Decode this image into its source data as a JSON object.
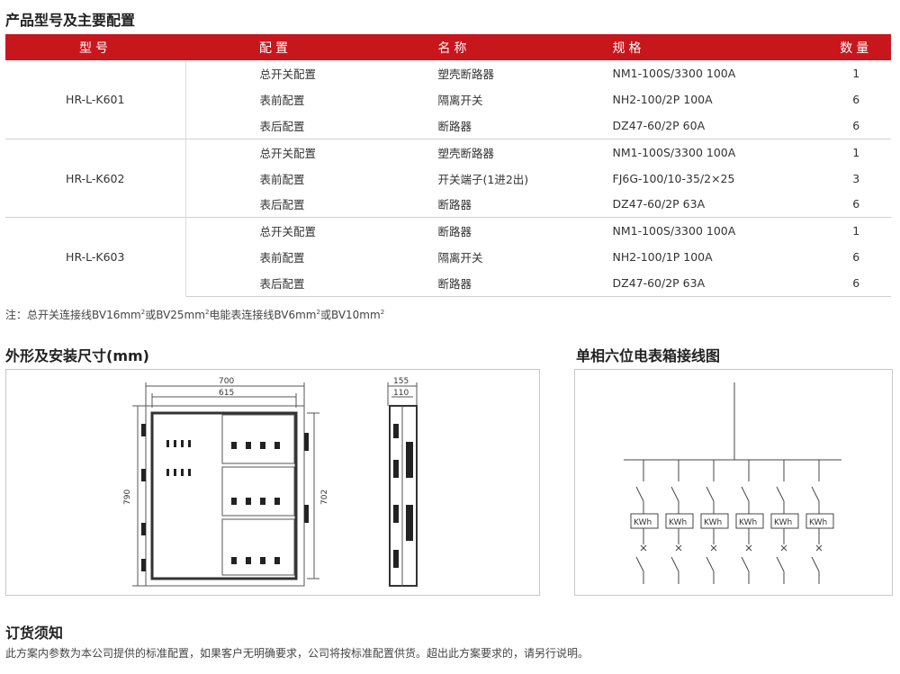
{
  "section1_title": "产品型号及主要配置",
  "table": {
    "headers": [
      "型号",
      "配置",
      "名称",
      "规格",
      "数量"
    ],
    "groups": [
      {
        "model": "HR-L-K601",
        "rows": [
          {
            "cfg": "总开关配置",
            "name": "塑壳断路器",
            "spec": "NM1-100S/3300 100A",
            "qty": "1"
          },
          {
            "cfg": "表前配置",
            "name": "隔离开关",
            "spec": "NH2-100/2P 100A",
            "qty": "6"
          },
          {
            "cfg": "表后配置",
            "name": "断路器",
            "spec": "DZ47-60/2P 60A",
            "qty": "6"
          }
        ]
      },
      {
        "model": "HR-L-K602",
        "rows": [
          {
            "cfg": "总开关配置",
            "name": "塑壳断路器",
            "spec": "NM1-100S/3300 100A",
            "qty": "1"
          },
          {
            "cfg": "表前配置",
            "name": "开关端子(1进2出)",
            "spec": "FJ6G-100/10-35/2×25",
            "qty": "3"
          },
          {
            "cfg": "表后配置",
            "name": "断路器",
            "spec": "DZ47-60/2P 63A",
            "qty": "6"
          }
        ]
      },
      {
        "model": "HR-L-K603",
        "rows": [
          {
            "cfg": "总开关配置",
            "name": "断路器",
            "spec": "NM1-100S/3300 100A",
            "qty": "1"
          },
          {
            "cfg": "表前配置",
            "name": "隔离开关",
            "spec": "NH2-100/1P 100A",
            "qty": "6"
          },
          {
            "cfg": "表后配置",
            "name": "断路器",
            "spec": "DZ47-60/2P 63A",
            "qty": "6"
          }
        ]
      }
    ]
  },
  "note": {
    "prefix": "注：总开关连接线BV16mm",
    "sup": "2",
    "mid1": "或BV25mm",
    "mid2": "电能表连接线BV6mm",
    "mid3": "或BV10mm"
  },
  "section2_title": "外形及安装尺寸(mm)",
  "section3_title": "单相六位电表箱接线图",
  "dimensions": {
    "width_outer": "700",
    "width_inner": "615",
    "height_outer": "790",
    "height_inner": "702",
    "depth_outer": "155",
    "depth_inner": "110"
  },
  "meter_label": "KWh",
  "meter_count": 6,
  "section4_title": "订货须知",
  "footer_text": "此方案内参数为本公司提供的标准配置，如果客户无明确要求，公司将按标准配置供货。超出此方案要求的，请另行说明。"
}
